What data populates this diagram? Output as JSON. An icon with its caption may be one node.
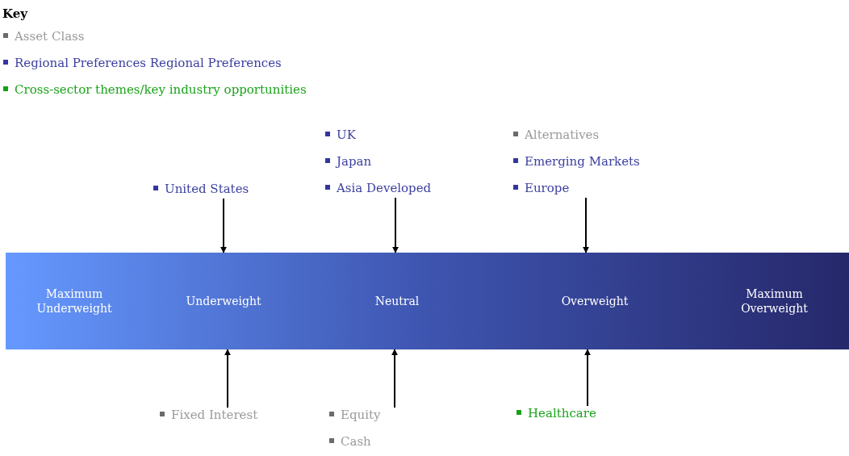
{
  "diagram": {
    "nodes": [
      {
        "text": [
          "UK",
          "Japan",
          "Asia Developed"
        ]
      },
      {
        "text": [
          "Alternatives",
          "Emerging Markets",
          "Europe"
        ]
      },
      {
        "text": [
          "United States"
        ]
      },
      {
        "text": [],
        "shape": "bar"
      },
      {
        "text": [
          "Maximum Underweight"
        ],
        "in": 3
      },
      {
        "text": [
          "Underweight"
        ],
        "in": 3
      },
      {
        "text": [
          "Neutral"
        ],
        "in": 3
      },
      {
        "text": [
          "Overweight"
        ],
        "in": 3
      },
      {
        "text": [
          "Maximum Overweight"
        ],
        "in": 3
      },
      {
        "text": [
          "Fixed Interest"
        ]
      },
      {
        "text": [
          "Equity",
          "Cash"
        ]
      },
      {
        "text": [
          "Healthcare"
        ]
      }
    ],
    "edges": [
      {
        "from": 2,
        "to": 5,
        "arrow": "to"
      },
      {
        "from": 0,
        "to": 6,
        "arrow": "to"
      },
      {
        "from": 1,
        "to": 7,
        "arrow": "to"
      },
      {
        "from": 9,
        "to": 5,
        "arrow": "to"
      },
      {
        "from": 10,
        "to": 6,
        "arrow": "to"
      },
      {
        "from": 11,
        "to": 7,
        "arrow": "to"
      }
    ],
    "labels": [
      "Key"
    ],
    "legend": [
      {
        "text": "Asset Class",
        "color": "#6b6b6b"
      },
      {
        "text": "Regional Preferences Regional Preferences",
        "color": "#34369e"
      },
      {
        "text": "Cross-sector themes/key industry opportunities",
        "color": "#14a014"
      }
    ]
  }
}
